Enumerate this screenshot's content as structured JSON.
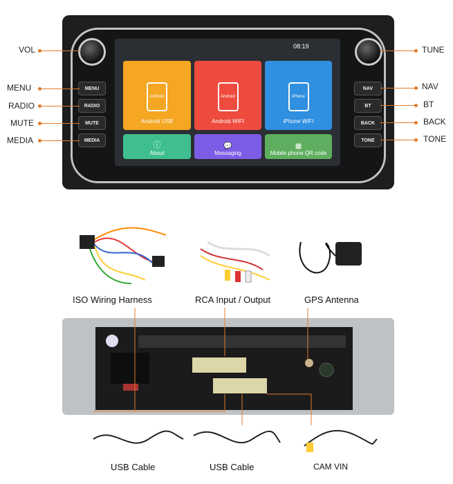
{
  "front_panel": {
    "left_labels": [
      "VOL",
      "MENU",
      "RADIO",
      "MUTE",
      "MEDIA"
    ],
    "right_labels": [
      "TUNE",
      "NAV",
      "BT",
      "BACK",
      "TONE"
    ],
    "left_buttons": [
      "MENU",
      "RADIO",
      "MUTE",
      "MEDIA"
    ],
    "right_buttons": [
      "NAV",
      "BT",
      "BACK",
      "TONE"
    ],
    "screen": {
      "time": "08:19",
      "tiles": [
        {
          "label": "Android USB",
          "icon_text": "Android",
          "color": "#f5a623"
        },
        {
          "label": "Android WIFI",
          "icon_text": "Android",
          "color": "#ef4b3f"
        },
        {
          "label": "iPhone WIFI",
          "icon_text": "iPhone",
          "color": "#2f8fe0"
        },
        {
          "label": "About",
          "color": "#3fbf8f"
        },
        {
          "label": "Messaging",
          "color": "#7d5ce6"
        },
        {
          "label": "Mobile phone QR code",
          "color": "#5fae5f"
        }
      ]
    }
  },
  "accessories": [
    "ISO Wiring Harness",
    "RCA Input / Output",
    "GPS Antenna"
  ],
  "cables": [
    "USB Cable",
    "USB Cable",
    "CAM VIN"
  ],
  "accent_color": "#e07a2a"
}
